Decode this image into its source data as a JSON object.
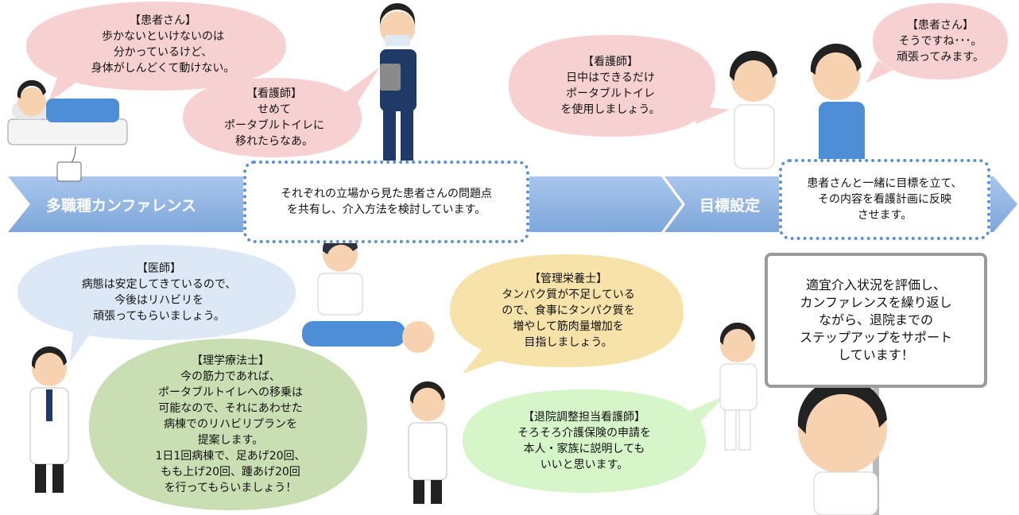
{
  "arrows": {
    "conference": "多職種カンファレンス",
    "goal": "目標設定"
  },
  "boxes": {
    "conference_text": "それぞれの立場から見た患者さんの問題点\nを共有し、介入方法を検討しています。",
    "goal_text": "患者さんと一緒に目標を立て、\nその内容を看護計画に反映\nさせます。"
  },
  "sign": {
    "text": "適宜介入状況を評価し、\nカンファレンスを繰り返し\nながら、退院までの\nステップアップをサポート\nしています！"
  },
  "bubbles": {
    "patient1": "【患者さん】\n歩かないといけないのは\n分かっているけど、\n身体がしんどくて動けない。",
    "nurse1": "【看護師】\nせめて\nポータブルトイレに\n移れたらなあ。",
    "nurse2": "【看護師】\n日中はできるだけ\nポータブルトイレ\nを使用しましょう。",
    "patient2": "【患者さん】\nそうですね･･･。\n頑張ってみます。",
    "doctor": "【医師】\n病態は安定してきているので、\n今後はリハビリを\n頑張ってもらいましょう。",
    "pt": "【理学療法士】\n今の筋力であれば、\nポータブルトイレへの移乗は\n可能なので、それにあわせた\n病棟でのリハビリプランを\n提案します。\n1日1回病棟で、足あげ20回、\nもも上げ20回、踵あげ20回\nを行ってもらいましょう！",
    "dietitian": "【管理栄養士】\nタンパク質が不足している\nので、食事にタンパク質を\n増やして筋肉量増加を\n目指しましょう。",
    "discharge_nurse": "【退院調整担当看護師】\nそろそろ介護保険の申請を\n本人・家族に説明しても\nいいと思います。"
  },
  "colors": {
    "arrow": "#8eb4e3",
    "arrow_dark": "#6e98cf",
    "dash_border": "#5b8fd6",
    "pink_bubble": "#f7d1d1",
    "blue_bubble": "#dce8f5",
    "green_bubble": "#c9dfb3",
    "yellow_bubble": "#f7e2a9",
    "lightgreen_bubble": "#d6f5c9"
  }
}
